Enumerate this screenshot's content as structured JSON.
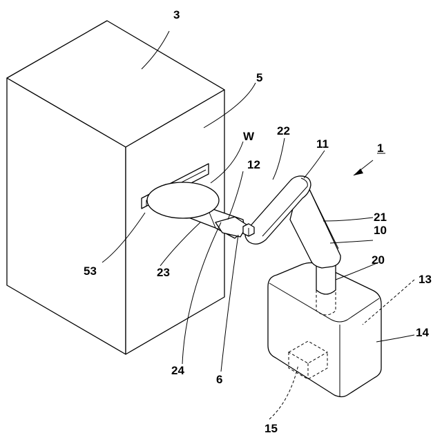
{
  "figure": {
    "labels": {
      "l3": "3",
      "l5": "5",
      "lW": "W",
      "l22": "22",
      "l11": "11",
      "l1": "1",
      "l12": "12",
      "l21": "21",
      "l10": "10",
      "l20": "20",
      "l13": "13",
      "l14": "14",
      "l53": "53",
      "l23": "23",
      "l24": "24",
      "l6": "6",
      "l15": "15"
    }
  }
}
